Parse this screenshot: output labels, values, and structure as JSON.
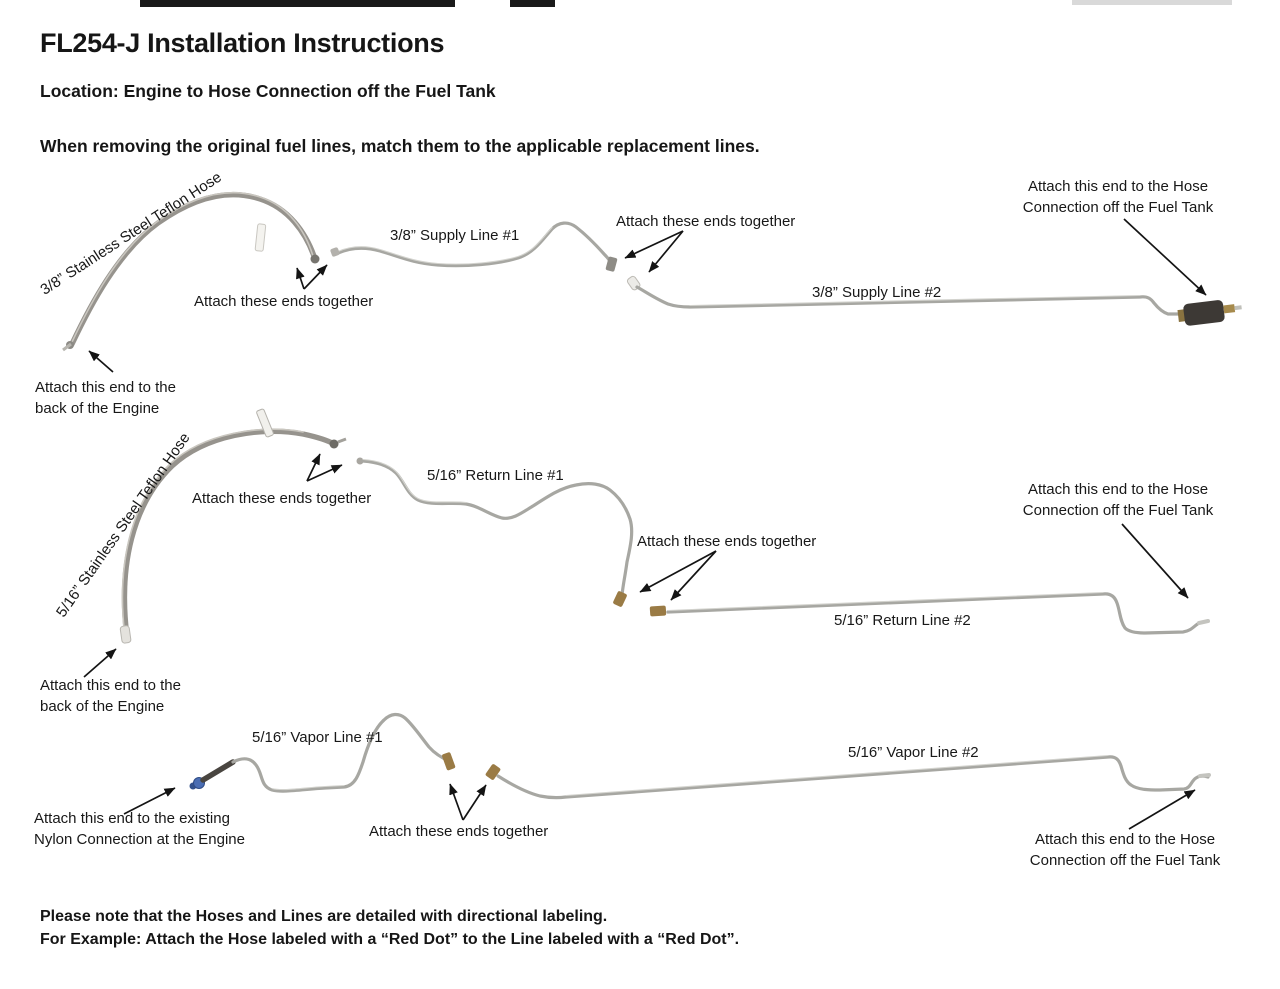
{
  "header": {
    "title": "FL254-J Installation Instructions",
    "location": "Location: Engine to Hose Connection off the Fuel Tank",
    "instruction": "When removing the original fuel lines, match them to the applicable replacement lines."
  },
  "rows": {
    "supply": {
      "hose_label": "3/8” Stainless Steel Teflon Hose",
      "attach_ends_left": "Attach these ends together",
      "attach_ends_right": "Attach these ends together",
      "line1_label": "3/8” Supply Line #1",
      "line2_label": "3/8” Supply Line #2",
      "engine_end_label": "Attach this end to the\nback of the Engine",
      "tank_end_label": "Attach this end to the Hose\nConnection off the Fuel Tank"
    },
    "return": {
      "hose_label": "5/16” Stainless Steel Teflon Hose",
      "attach_ends_left": "Attach these ends together",
      "attach_ends_right": "Attach these ends together",
      "line1_label": "5/16” Return Line #1",
      "line2_label": "5/16” Return Line #2",
      "engine_end_label": "Attach this end to the\nback of the Engine",
      "tank_end_label": "Attach this end to the Hose\nConnection off the Fuel Tank"
    },
    "vapor": {
      "line1_label": "5/16” Vapor Line #1",
      "line2_label": "5/16” Vapor Line #2",
      "attach_ends": "Attach these ends together",
      "engine_end_label": "Attach this end to the existing\nNylon Connection at the Engine",
      "tank_end_label": "Attach this end to the Hose\nConnection off the Fuel Tank"
    }
  },
  "footer": {
    "notes": "Please note that the Hoses and Lines are detailed with directional labeling.\nFor Example: Attach the Hose labeled with a “Red Dot” to the Line labeled with a “Red Dot”."
  },
  "colors": {
    "text": "#161616",
    "steel_line": "#a7a7a2",
    "braided_hose": "#96938d",
    "brass_fitting": "#9a7b45",
    "nylon_fitting_blue": "#4a6db3",
    "filter_body_dark": "#3d3935"
  }
}
